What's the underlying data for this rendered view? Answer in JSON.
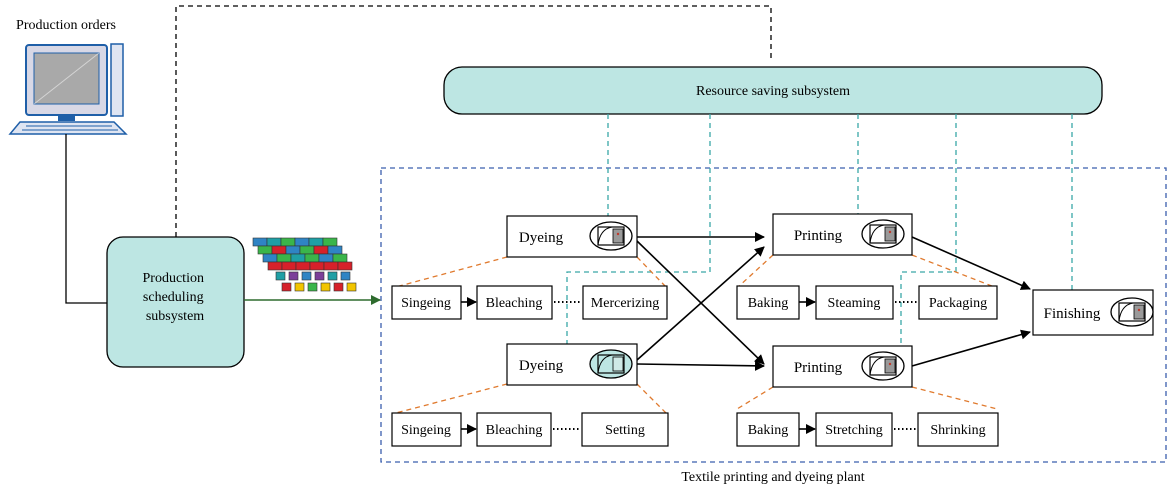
{
  "production_orders_label": "Production orders",
  "scheduling_label_lines": [
    "Production",
    "scheduling",
    "subsystem"
  ],
  "resource_saving_label": "Resource saving subsystem",
  "plant_label": "Textile printing and dyeing plant",
  "dyeing_top": "Dyeing",
  "dyeing_bottom": "Dyeing",
  "printing_top": "Printing",
  "printing_bottom": "Printing",
  "finishing": "Finishing",
  "proc_row1_left": [
    "Singeing",
    "Bleaching",
    "Mercerizing"
  ],
  "proc_row1_right": [
    "Baking",
    "Steaming",
    "Packaging"
  ],
  "proc_row2_left": [
    "Singeing",
    "Bleaching",
    "Setting"
  ],
  "proc_row2_right": [
    "Baking",
    "Stretching",
    "Shrinking"
  ],
  "colors": {
    "subsystem_fill": "#bde6e3",
    "teal_dash": "#3aa7a7",
    "orange_dash": "#e07a2e",
    "blue_dash": "#3b5fae",
    "green_arrow": "#2e6b2e"
  },
  "icons": [
    "computer-icon",
    "machine-icon",
    "fabric-blocks-icon"
  ]
}
